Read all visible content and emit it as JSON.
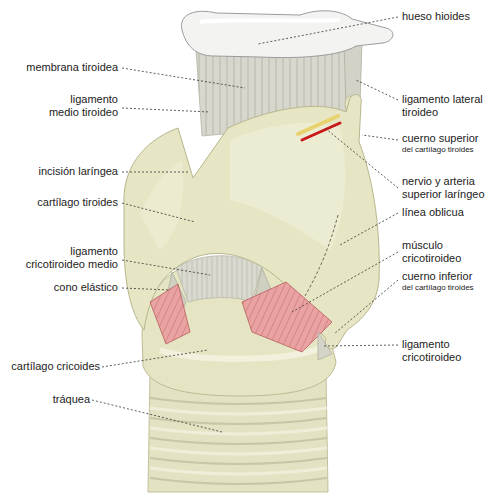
{
  "diagram": {
    "labels": [
      "hueso hioides",
      "membrana tiroidea",
      "ligamento medio tiroideo",
      "ligamento lateral tiroideo",
      "cuerno superior",
      "del cartílago tiroides",
      "incisión laríngea",
      "nervio y arteria superior laríngeo",
      "cartílago tiroides",
      "línea oblicua",
      "ligamento cricotiroideo medio",
      "músculo cricotiroideo",
      "cuerno inferior",
      "del cartílago tiroides",
      "cono elástico",
      "ligamento cricotiroideo",
      "cartílago cricoides",
      "tráquea"
    ]
  }
}
